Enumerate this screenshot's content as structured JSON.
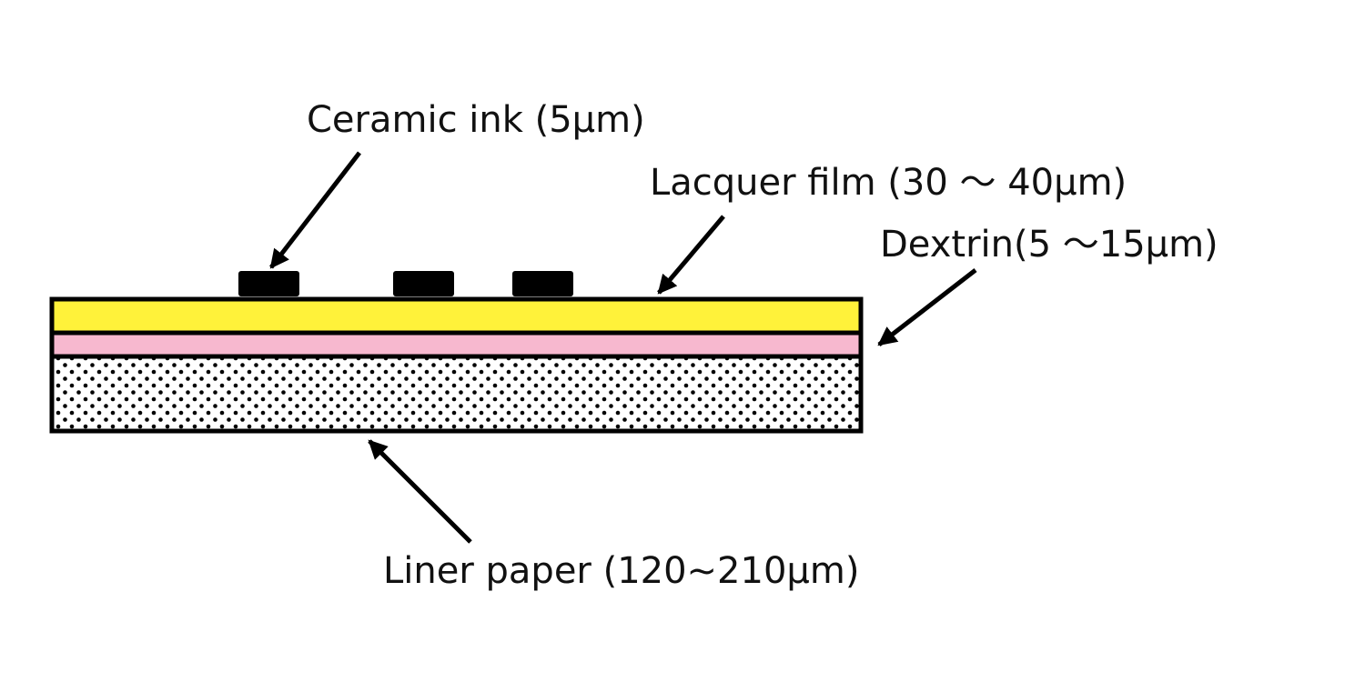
{
  "labels": {
    "ceramic_ink": "Ceramic ink (5μm)",
    "lacquer_film": "Lacquer film (30 ～ 40μm)",
    "dextrin": "Dextrin(5 ～15μm)",
    "liner_paper": "Liner paper (120~210μm)"
  },
  "colors": {
    "lacquer": "#fff23a",
    "dextrin": "#f7b8cf",
    "liner_background": "#ffffff",
    "liner_dots": "#000000",
    "ink": "#000000",
    "outline": "#000000"
  }
}
